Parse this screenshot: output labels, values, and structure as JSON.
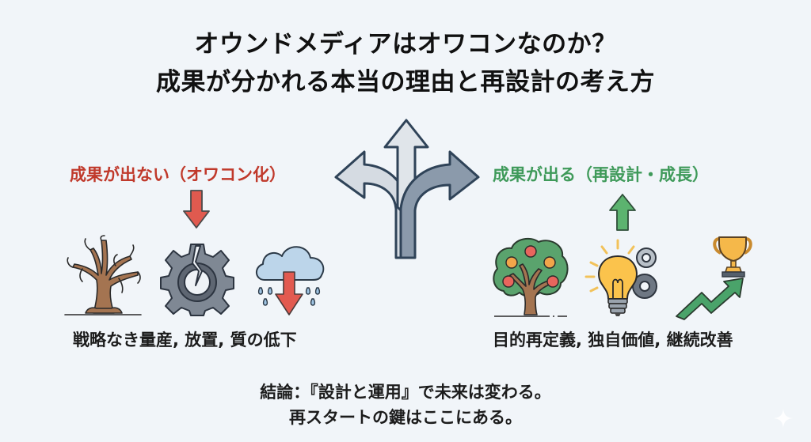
{
  "title": {
    "line1": "オウンドメディアはオワコンなのか？",
    "line2": "成果が分かれる本当の理由と再設計の考え方"
  },
  "left_path": {
    "heading": "成果が出ない（オワコン化）",
    "heading_color": "#c0392b",
    "direction_icon": "down-arrow-icon",
    "icons": [
      "dead-tree-icon",
      "broken-gear-icon",
      "rain-cloud-down-arrow-icon"
    ],
    "caption": "戦略なき量産, 放置, 質の低下"
  },
  "center": {
    "icon": "three-way-fork-arrow-icon"
  },
  "right_path": {
    "heading": "成果が出る（再設計・成長）",
    "heading_color": "#3f9a5a",
    "direction_icon": "up-arrow-icon",
    "icons": [
      "fruit-tree-icon",
      "lightbulb-gears-icon",
      "trophy-growth-arrow-icon"
    ],
    "caption": "目的再定義, 独自価値, 継続改善"
  },
  "conclusion": {
    "line1": "結論：『設計と運用』で未来は変わる。",
    "line2": "再スタートの鍵はここにある。"
  },
  "corner_icon": "sparkle-icon"
}
